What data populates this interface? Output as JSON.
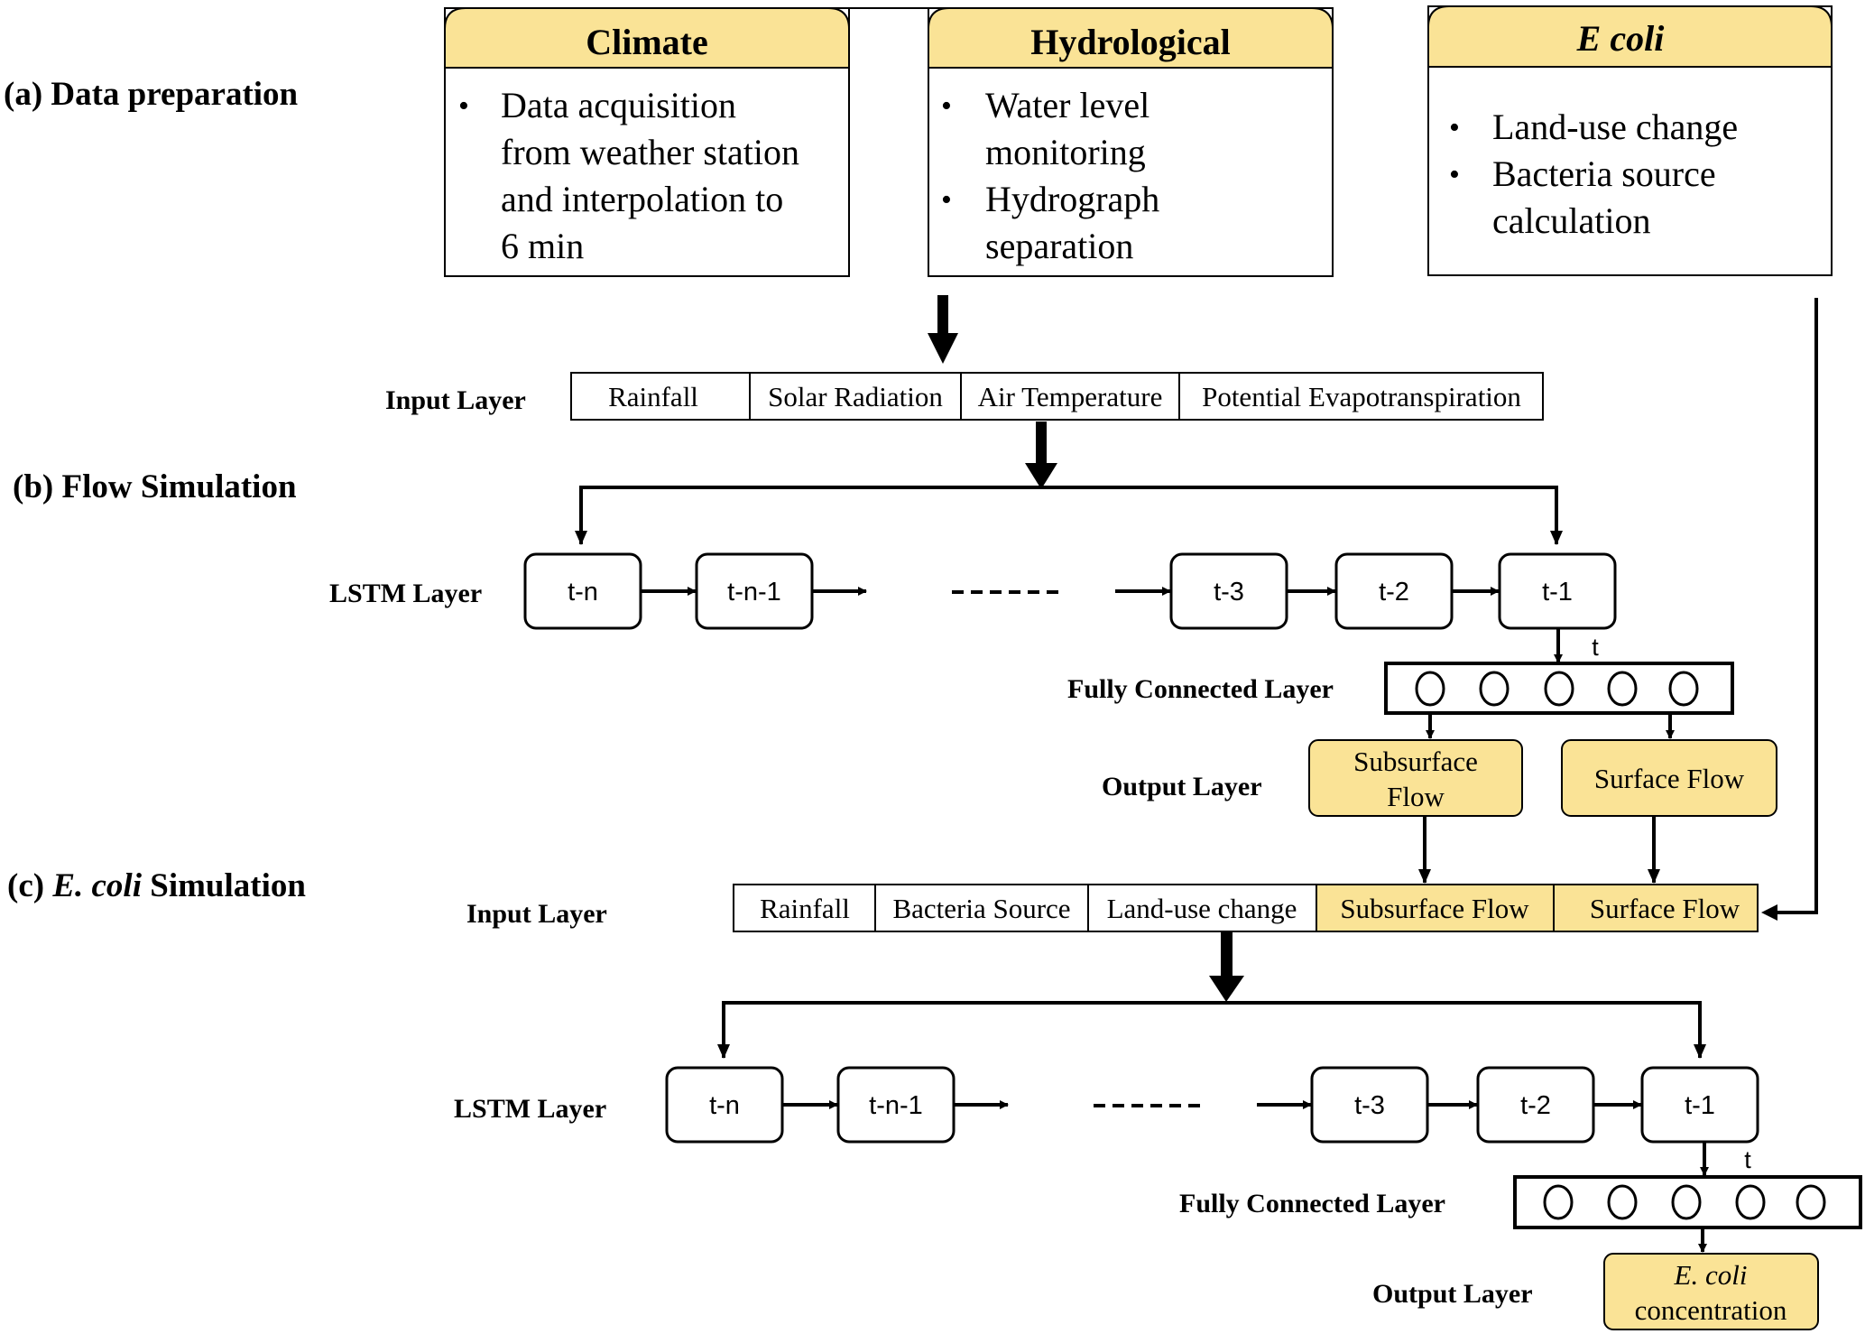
{
  "sections": {
    "a": {
      "title": "(a) Data preparation",
      "boxes": [
        {
          "header": "Climate",
          "bullets": [
            [
              "Data acquisition",
              "from weather station",
              "and interpolation to",
              "6 min"
            ]
          ]
        },
        {
          "header": "Hydrological",
          "bullets": [
            [
              "Water level",
              "monitoring"
            ],
            [
              "Hydrograph",
              "separation"
            ]
          ]
        },
        {
          "header": "E coli",
          "bullets": [
            [
              "Land-use change"
            ],
            [
              "Bacteria source",
              "calculation"
            ]
          ]
        }
      ]
    },
    "b": {
      "title": "(b) Flow Simulation",
      "input_label": "Input Layer",
      "inputs": [
        "Rainfall",
        "Solar Radiation",
        "Air Temperature",
        "Potential Evapotranspiration"
      ],
      "lstm_label": "LSTM Layer",
      "lstm_cells": [
        "t-n",
        "t-n-1",
        "t-3",
        "t-2",
        "t-1"
      ],
      "t_label": "t",
      "fc_label": "Fully Connected Layer",
      "output_label": "Output Layer",
      "outputs": [
        [
          "Subsurface",
          "Flow"
        ],
        [
          "Surface Flow"
        ]
      ]
    },
    "c": {
      "title_prefix": "(c) ",
      "title_italic": "E. coli",
      "title_suffix": " Simulation",
      "input_label": "Input Layer",
      "inputs": [
        "Rainfall",
        "Bacteria Source",
        "Land-use change",
        "Subsurface Flow",
        "Surface Flow"
      ],
      "lstm_label": "LSTM Layer",
      "lstm_cells": [
        "t-n",
        "t-n-1",
        "t-3",
        "t-2",
        "t-1"
      ],
      "t_label": "t",
      "fc_label": "Fully Connected Layer",
      "output_label": "Output Layer",
      "output_italic": "E. coli",
      "output_line2": "concentration"
    }
  },
  "colors": {
    "accent_fill": "#FAE396",
    "line": "#000000"
  }
}
